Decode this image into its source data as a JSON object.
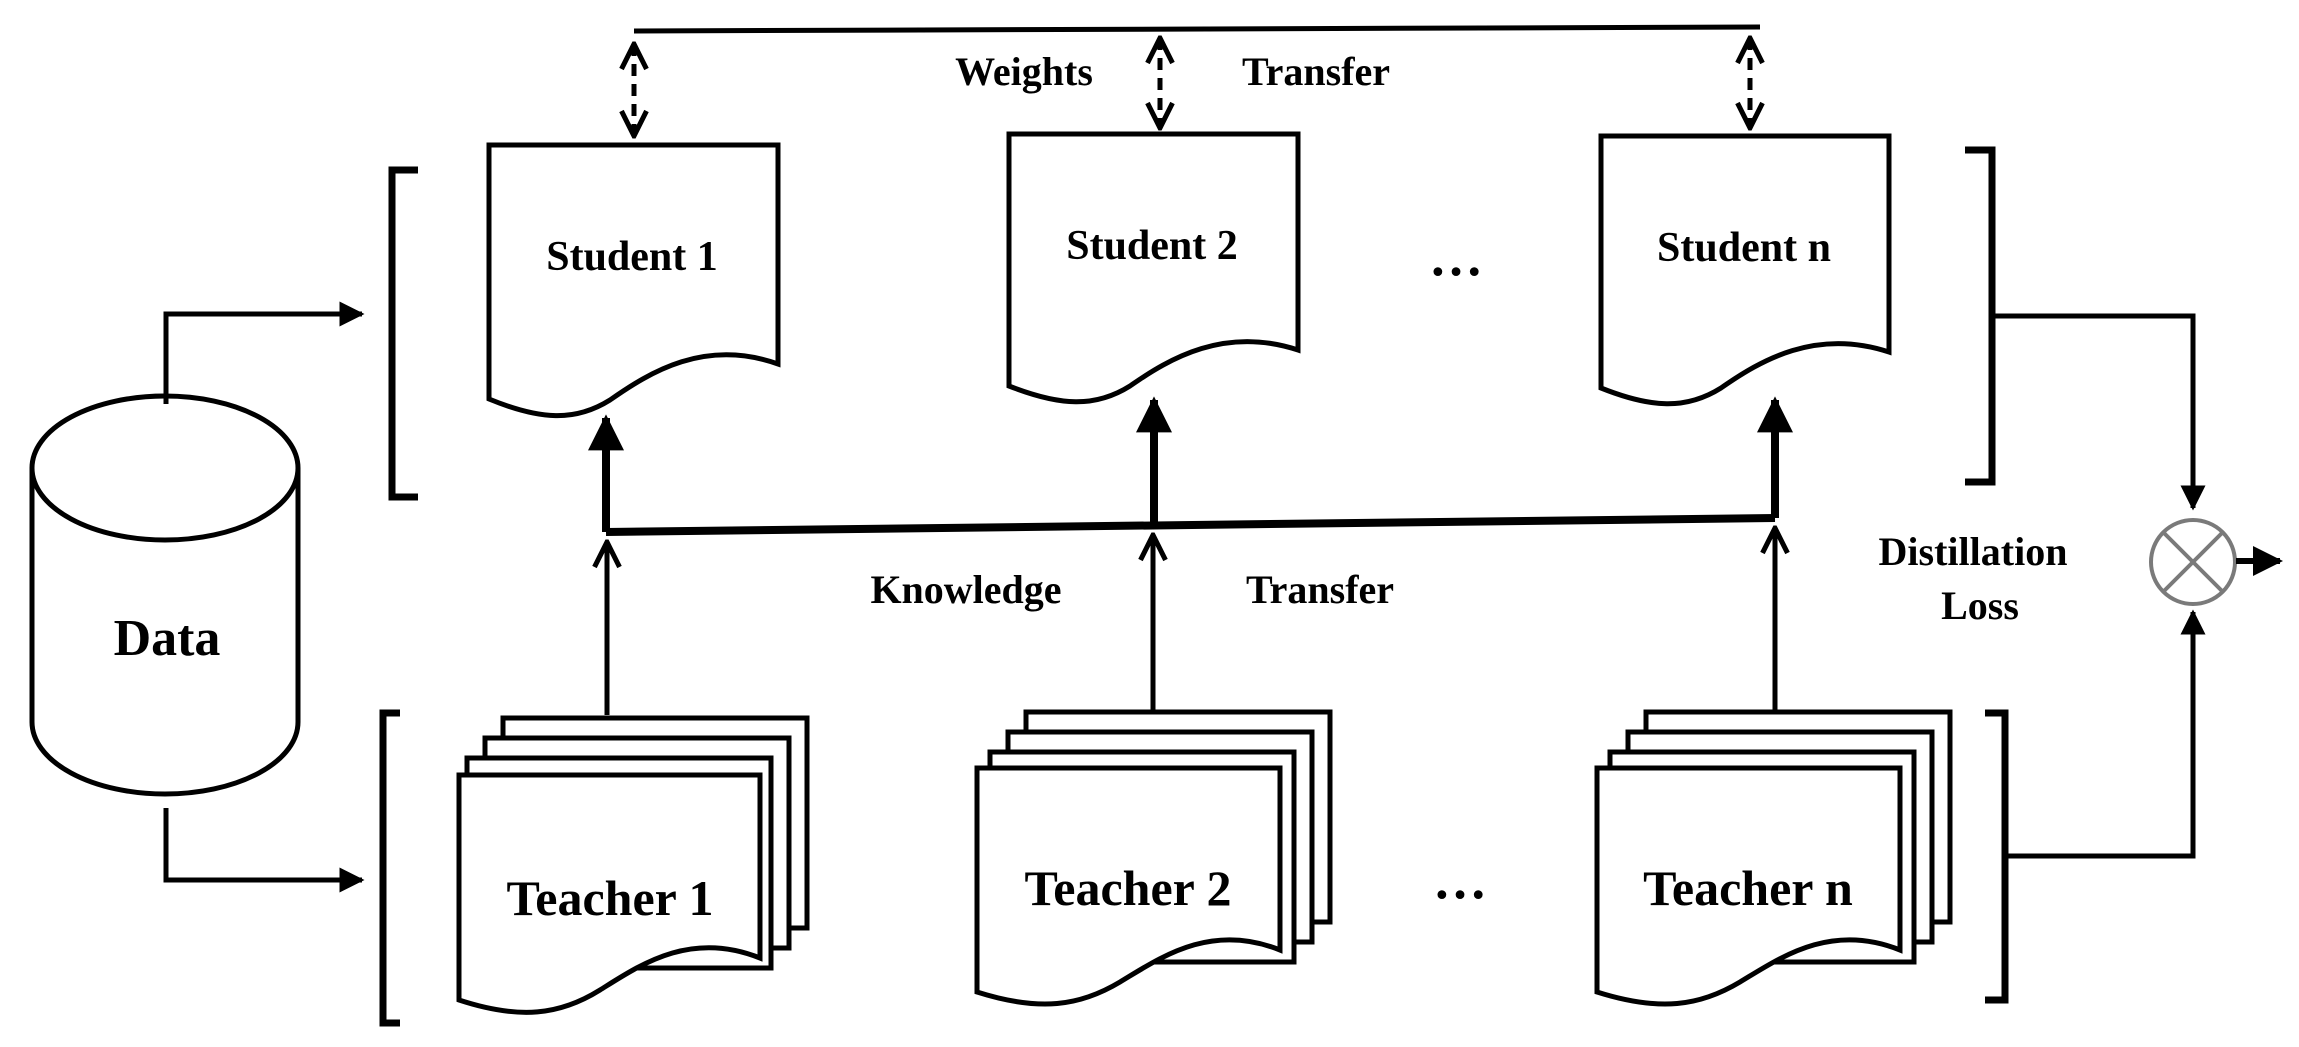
{
  "data_store": {
    "label": "Data"
  },
  "students": [
    {
      "label": "Student 1"
    },
    {
      "label": "Student 2"
    },
    {
      "label": "Student n"
    }
  ],
  "teachers": [
    {
      "label": "Teacher 1"
    },
    {
      "label": "Teacher 2"
    },
    {
      "label": "Teacher n"
    }
  ],
  "ellipsis": "…",
  "labels": {
    "weights": "Weights",
    "weights_transfer": "Transfer",
    "knowledge": "Knowledge",
    "knowledge_transfer": "Transfer",
    "distillation": "Distillation",
    "loss": "Loss"
  },
  "operator_symbol": "⊗"
}
